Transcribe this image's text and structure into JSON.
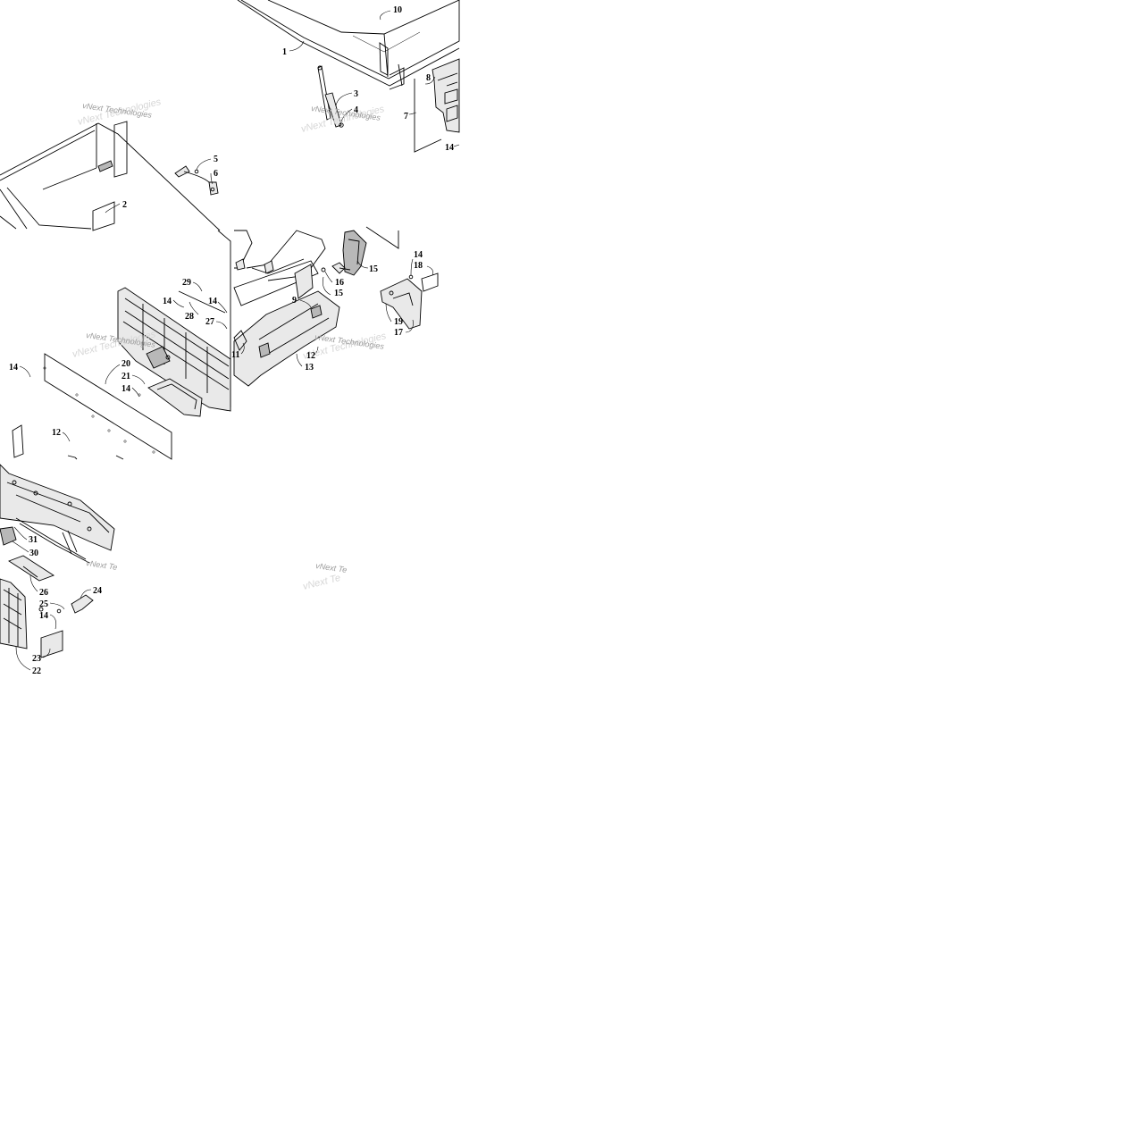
{
  "watermarks": [
    {
      "text": "vNext Technologies"
    },
    {
      "text": "vNext Technologies"
    },
    {
      "text": "vNext Technologies"
    },
    {
      "text": "vNext Technologies"
    },
    {
      "text": "vNext Te"
    },
    {
      "text": "vNext Te"
    }
  ],
  "callouts": [
    {
      "id": "c10",
      "label": "10"
    },
    {
      "id": "c1",
      "label": "1"
    },
    {
      "id": "c8",
      "label": "8"
    },
    {
      "id": "c3",
      "label": "3"
    },
    {
      "id": "c4",
      "label": "4"
    },
    {
      "id": "c7",
      "label": "7"
    },
    {
      "id": "c14a",
      "label": "14"
    },
    {
      "id": "c5",
      "label": "5"
    },
    {
      "id": "c6",
      "label": "6"
    },
    {
      "id": "c2",
      "label": "2"
    },
    {
      "id": "c15a",
      "label": "15"
    },
    {
      "id": "c14b",
      "label": "14"
    },
    {
      "id": "c18",
      "label": "18"
    },
    {
      "id": "c16",
      "label": "16"
    },
    {
      "id": "c15b",
      "label": "15"
    },
    {
      "id": "c29",
      "label": "29"
    },
    {
      "id": "c14c",
      "label": "14"
    },
    {
      "id": "c14d",
      "label": "14"
    },
    {
      "id": "c28",
      "label": "28"
    },
    {
      "id": "c27",
      "label": "27"
    },
    {
      "id": "c9",
      "label": "9"
    },
    {
      "id": "c19",
      "label": "19"
    },
    {
      "id": "c17",
      "label": "17"
    },
    {
      "id": "c11",
      "label": "11"
    },
    {
      "id": "c12a",
      "label": "12"
    },
    {
      "id": "c13",
      "label": "13"
    },
    {
      "id": "c14e",
      "label": "14"
    },
    {
      "id": "c20",
      "label": "20"
    },
    {
      "id": "c21",
      "label": "21"
    },
    {
      "id": "c14f",
      "label": "14"
    },
    {
      "id": "c12b",
      "label": "12"
    },
    {
      "id": "c31",
      "label": "31"
    },
    {
      "id": "c30",
      "label": "30"
    },
    {
      "id": "c26",
      "label": "26"
    },
    {
      "id": "c24",
      "label": "24"
    },
    {
      "id": "c25",
      "label": "25"
    },
    {
      "id": "c14g",
      "label": "14"
    },
    {
      "id": "c23",
      "label": "23"
    },
    {
      "id": "c22",
      "label": "22"
    }
  ]
}
